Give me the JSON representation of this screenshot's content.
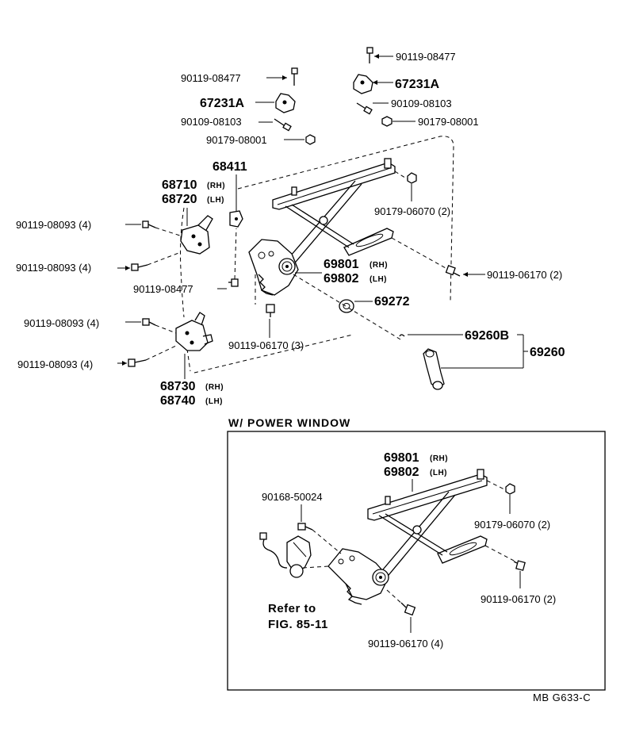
{
  "labels": {
    "bolt_top_right": "90119-08477",
    "bracket_top_right": "67231A",
    "screw_top_right": "90109-08103",
    "nut_top_right": "90179-08001",
    "bolt_top_left": "90119-08477",
    "bracket_top_left": "67231A",
    "screw_top_left": "90109-08103",
    "nut_top_left": "90179-08001",
    "guide_68411": "68411",
    "hinge_upper_rh": "68710",
    "hinge_upper_lh": "68720",
    "bolt_hinge_u1": "90119-08093 (4)",
    "bolt_hinge_u2": "90119-08093 (4)",
    "bolt_mid": "90119-08477",
    "bolt_hinge_l1": "90119-08093 (4)",
    "bolt_hinge_l2": "90119-08093 (4)",
    "hinge_lower_rh": "68730",
    "hinge_lower_lh": "68740",
    "nut_regulator": "90179-06070 (2)",
    "regulator_rh": "69801",
    "regulator_lh": "69802",
    "bolt_regulator_right": "90119-06170 (2)",
    "washer": "69272",
    "bolt_regulator_bottom": "90119-06170 (3)",
    "handle_sub": "69260B",
    "handle": "69260",
    "pw_header": "W/ POWER  WINDOW",
    "pw_regulator_rh": "69801",
    "pw_regulator_lh": "69802",
    "pw_screw": "90168-50024",
    "pw_nut": "90179-06070 (2)",
    "pw_bolt_right": "90119-06170 (2)",
    "pw_refer_1": "Refer to",
    "pw_refer_2": "FIG. 85-11",
    "pw_bolt_bottom": "90119-06170 (4)",
    "code": "MB  G633-C"
  },
  "side": {
    "rh": "(RH)",
    "lh": "(LH)"
  }
}
